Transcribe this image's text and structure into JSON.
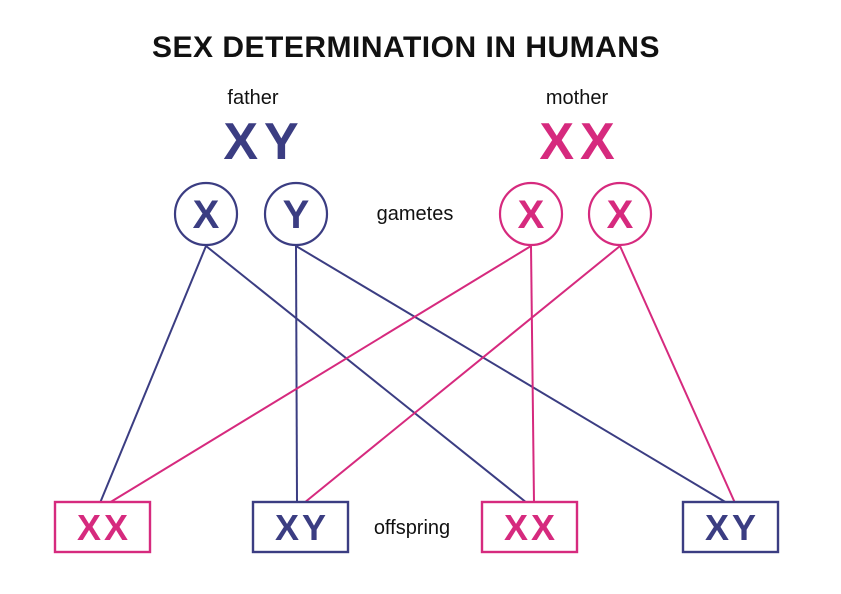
{
  "title": "SEX DETERMINATION IN HUMANS",
  "colors": {
    "male": "#3b3d82",
    "female": "#d62a7e",
    "text": "#111111",
    "background": "#ffffff"
  },
  "parents": {
    "father": {
      "label": "father",
      "genotype": "XY",
      "sex": "male"
    },
    "mother": {
      "label": "mother",
      "genotype": "XX",
      "sex": "female"
    }
  },
  "gametes": {
    "label": "gametes",
    "items": [
      {
        "id": "father-x",
        "allele": "X",
        "parent": "father"
      },
      {
        "id": "father-y",
        "allele": "Y",
        "parent": "father"
      },
      {
        "id": "mother-x1",
        "allele": "X",
        "parent": "mother"
      },
      {
        "id": "mother-x2",
        "allele": "X",
        "parent": "mother"
      }
    ]
  },
  "offspring": {
    "label": "offspring",
    "items": [
      {
        "id": "offspring-1",
        "genotype": "XX",
        "sex": "female"
      },
      {
        "id": "offspring-2",
        "genotype": "XY",
        "sex": "male"
      },
      {
        "id": "offspring-3",
        "genotype": "XX",
        "sex": "female"
      },
      {
        "id": "offspring-4",
        "genotype": "XY",
        "sex": "male"
      }
    ]
  },
  "edges": [
    {
      "from": "father-x",
      "to": "offspring-1",
      "color": "male"
    },
    {
      "from": "father-x",
      "to": "offspring-3",
      "color": "male"
    },
    {
      "from": "father-y",
      "to": "offspring-2",
      "color": "male"
    },
    {
      "from": "father-y",
      "to": "offspring-4",
      "color": "male"
    },
    {
      "from": "mother-x1",
      "to": "offspring-1",
      "color": "female"
    },
    {
      "from": "mother-x1",
      "to": "offspring-3",
      "color": "female"
    },
    {
      "from": "mother-x2",
      "to": "offspring-2",
      "color": "female"
    },
    {
      "from": "mother-x2",
      "to": "offspring-4",
      "color": "female"
    }
  ]
}
